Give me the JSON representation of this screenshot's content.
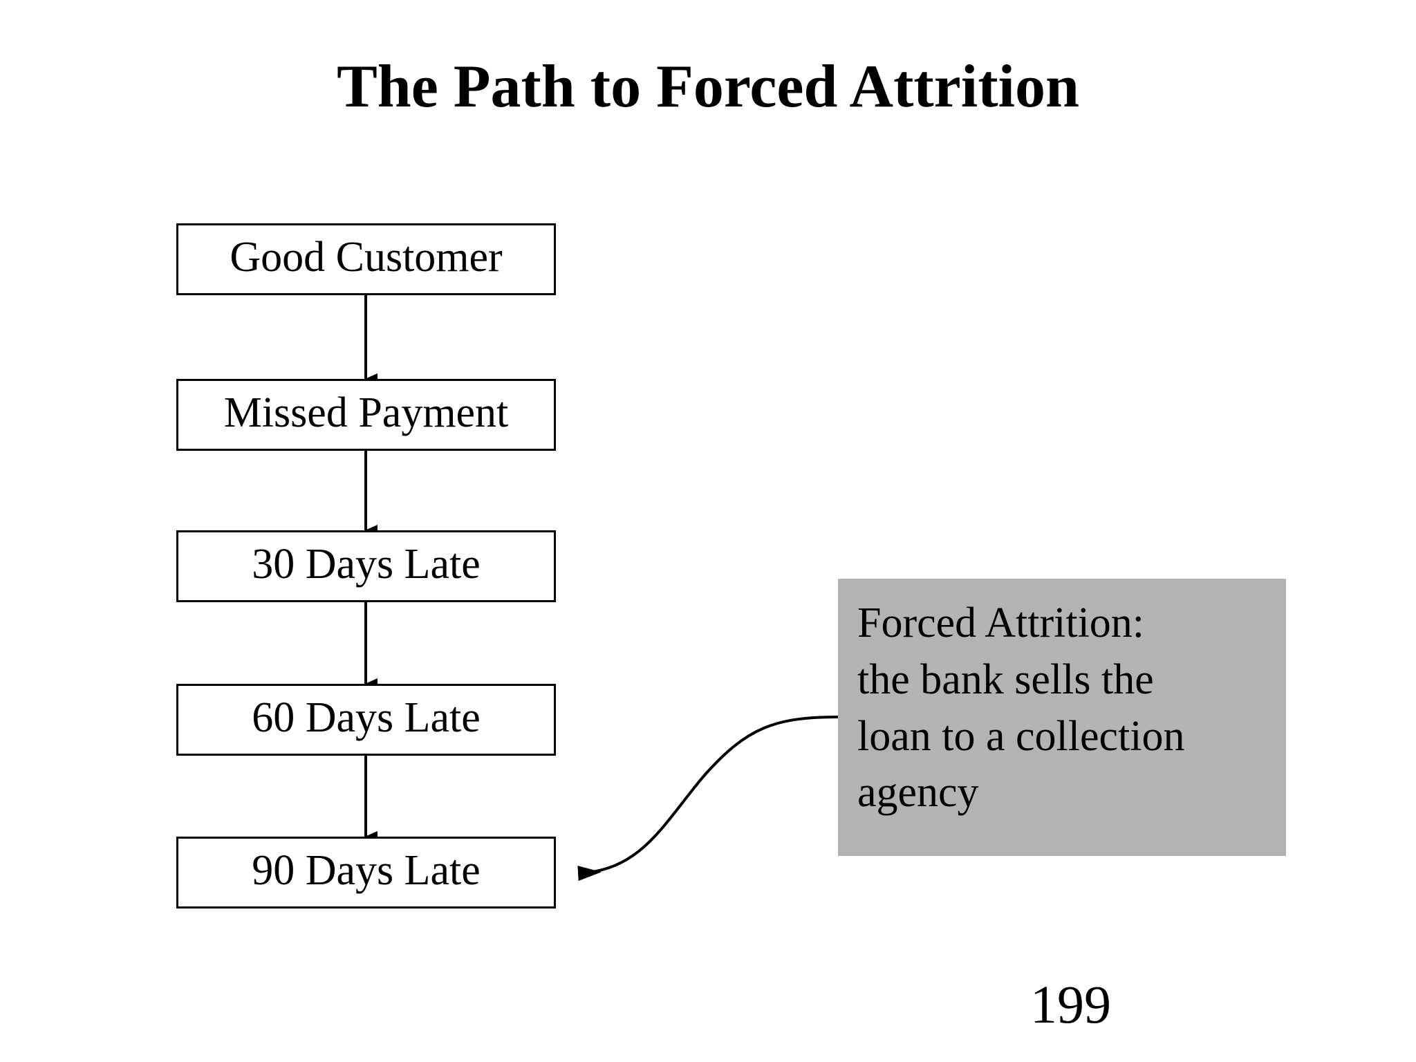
{
  "slide": {
    "title": "The Path to Forced Attrition",
    "page_number": "199",
    "background_color": "#ffffff",
    "text_color": "#000000"
  },
  "flowchart": {
    "orientation": "vertical-top-to-bottom",
    "connector_style": "straight-line-with-arrowhead",
    "boxes": [
      {
        "id": "good-customer",
        "label": "Good Customer",
        "fill": "#ffffff",
        "border": "#000000"
      },
      {
        "id": "missed-payment",
        "label": "Missed Payment",
        "fill": "#ffffff",
        "border": "#000000"
      },
      {
        "id": "30-days-late",
        "label": "30 Days Late",
        "fill": "#ffffff",
        "border": "#000000"
      },
      {
        "id": "60-days-late",
        "label": "60 Days Late",
        "fill": "#ffffff",
        "border": "#000000"
      },
      {
        "id": "90-days-late",
        "label": "90 Days Late",
        "fill": "#ffffff",
        "border": "#000000"
      }
    ]
  },
  "callout": {
    "text": "Forced Attrition:\nthe bank sells the\nloan to a collection\nagency",
    "fill_color": "#b3b3b3",
    "text_color": "#000000",
    "points_to": "90-days-late",
    "connector_style": "curved-line-with-arrowhead"
  }
}
